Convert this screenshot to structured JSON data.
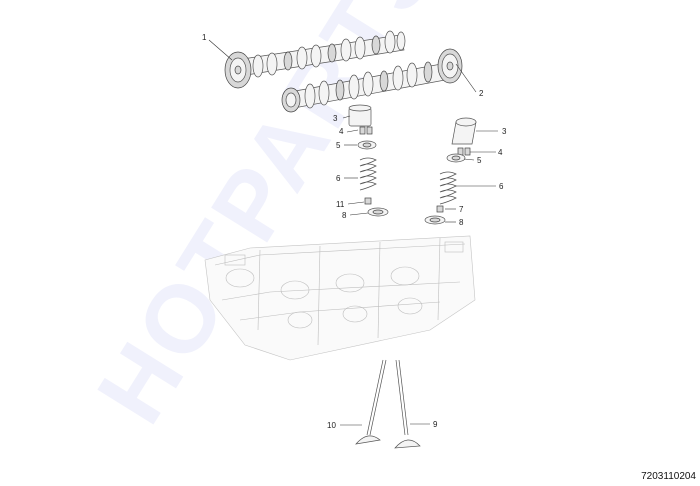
{
  "diagram": {
    "reference_number": "7203110204",
    "watermark": "HOTPARTS",
    "callouts": {
      "c1": "1",
      "c2": "2",
      "c3a": "3",
      "c3b": "3",
      "c4a": "4",
      "c4b": "4",
      "c5a": "5",
      "c5b": "5",
      "c6a": "6",
      "c6b": "6",
      "c7": "7",
      "c8a": "8",
      "c8b": "8",
      "c9": "9",
      "c10": "10",
      "c11": "11"
    }
  }
}
